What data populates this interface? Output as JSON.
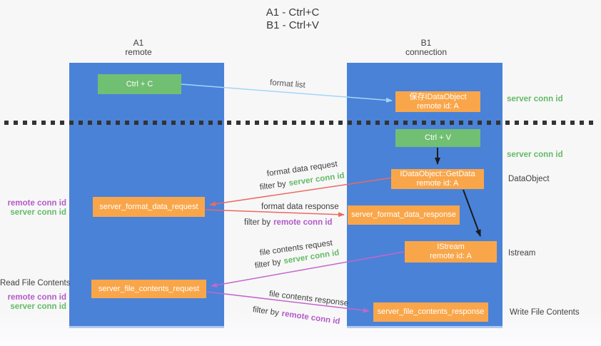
{
  "title": {
    "line1": "A1 - Ctrl+C",
    "line2": "B1 - Ctrl+V"
  },
  "columns": {
    "left": {
      "line1": "A1",
      "line2": "remote"
    },
    "right": {
      "line1": "B1",
      "line2": "connection"
    }
  },
  "nodes": {
    "ctrl_c": "Ctrl + C",
    "save_line1": "保存IDataObject",
    "save_line2": "remote id: A",
    "ctrl_v": "Ctrl + V",
    "getdata_line1": "IDataObject::GetData",
    "getdata_line2": "remote id: A",
    "format_request": "server_format_data_request",
    "format_response": "server_format_data_response",
    "istream_line1": "IStream",
    "istream_line2": "remote id: A",
    "file_request": "server_file_contents_request",
    "file_response": "server_file_contents_response"
  },
  "arrows": {
    "format_list": "format list",
    "format_data_request": "format data request",
    "format_data_response": "format data response",
    "file_contents_request": "file contents request",
    "file_contents_response": "file contents response",
    "filter_by": "filter by",
    "server_conn_id": "server conn id",
    "remote_conn_id": "remote conn id"
  },
  "annotations": {
    "right": {
      "server_conn_id_1": "server conn id",
      "server_conn_id_2": "server conn id",
      "dataobject": "DataObject",
      "istream": "Istream",
      "write_file": "Write File Contents"
    },
    "left": {
      "remote_conn_id_1": "remote conn id",
      "server_conn_id_1": "server conn id",
      "read_file": "Read File Contents",
      "remote_conn_id_2": "remote conn id",
      "server_conn_id_2": "server conn id"
    }
  },
  "colors": {
    "column_blue": "#4a82d8",
    "box_green": "#71bf72",
    "box_orange": "#f9a64a",
    "arrow_light_blue": "#a3d6f4",
    "arrow_red": "#ec6a60",
    "arrow_purple": "#c466c9",
    "arrow_black": "#1c1c1c",
    "text_green": "#64bb66",
    "text_purple": "#b45ac6"
  }
}
